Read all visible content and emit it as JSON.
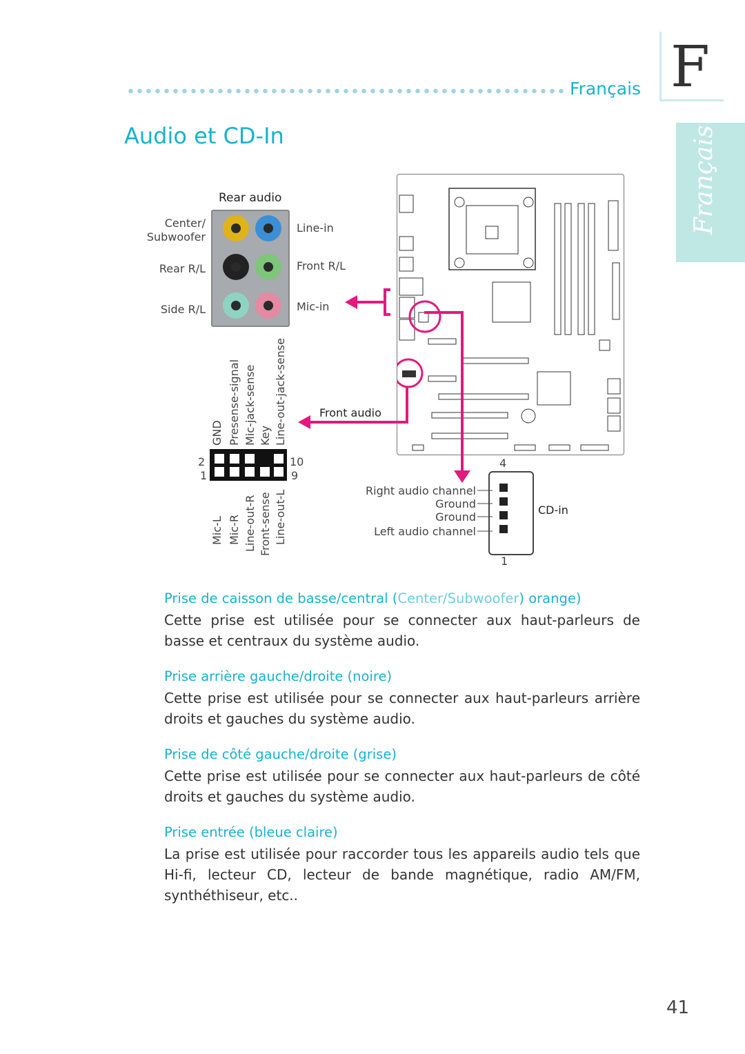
{
  "header": {
    "chapter_letter": "F",
    "language_label": "Français",
    "side_tab_label": "Français"
  },
  "page_title": "Audio et CD-In",
  "rear_audio": {
    "title": "Rear audio",
    "labels": {
      "center_subwoofer_1": "Center/",
      "center_subwoofer_2": "Subwoofer",
      "rear_rl": "Rear R/L",
      "side_rl": "Side R/L",
      "line_in": "Line-in",
      "front_rl": "Front R/L",
      "mic_in": "Mic-in"
    },
    "jack_colors": {
      "center": "#e0b318",
      "line_in": "#3a8fd6",
      "rear": "#222222",
      "front": "#7dc67a",
      "side": "#8fd3c3",
      "mic": "#e48aa5"
    }
  },
  "front_audio": {
    "title": "Front audio",
    "pin_top_left": "2",
    "pin_bottom_left": "1",
    "pin_top_right": "10",
    "pin_bottom_right": "9",
    "top_labels": [
      "GND",
      "Presense-signal",
      "Mic-jack-sense",
      "Key",
      "Line-out-jack-sense"
    ],
    "bottom_labels": [
      "Mic-L",
      "Mic-R",
      "Line-out-R",
      "Front-sense",
      "Line-out-L"
    ]
  },
  "cd_in": {
    "title": "CD-in",
    "pin_top": "4",
    "pin_bottom": "1",
    "pins": [
      "Right audio channel",
      "Ground",
      "Ground",
      "Left audio channel"
    ]
  },
  "sections": [
    {
      "heading_main": "Prise de caisson de basse/central (",
      "heading_light": "Center/Subwoofer",
      "heading_end": ") orange)",
      "body": "Cette prise est utilisée pour se connecter aux haut-parleurs de basse et centraux du système audio."
    },
    {
      "heading": "Prise arrière gauche/droite (noire)",
      "body": "Cette prise est utilisée pour se connecter aux haut-parleurs arrière droits et gauches du système audio."
    },
    {
      "heading": "Prise de côté gauche/droite (grise)",
      "body": "Cette prise est utilisée pour se connecter aux haut-parleurs de côté droits et gauches du système audio."
    },
    {
      "heading": "Prise entrée (bleue claire)",
      "body": "La prise est utilisée pour raccorder tous les appareils audio tels que Hi-fi, lecteur CD, lecteur de bande magnétique, radio AM/FM, synthéthiseur, etc.."
    }
  ],
  "page_number": "41",
  "colors": {
    "accent": "#17b3cc",
    "highlight": "#e3197e",
    "side_tab": "#bfe8e4"
  }
}
